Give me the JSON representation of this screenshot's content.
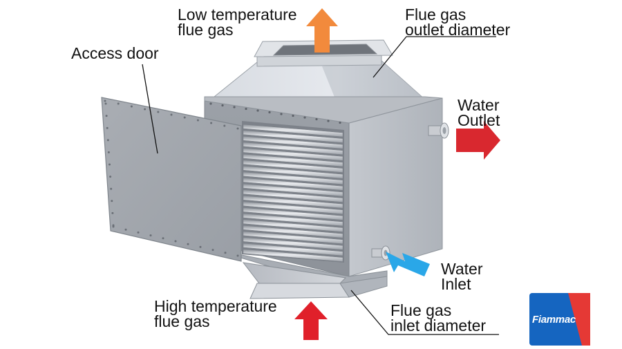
{
  "labels": {
    "low_temp": [
      "Low temperature",
      "flue gas"
    ],
    "outlet_diameter": [
      "Flue gas",
      "outlet diameter"
    ],
    "access_door": [
      "Access door"
    ],
    "water_outlet": [
      "Water",
      "Outlet"
    ],
    "water_inlet": [
      "Water",
      "Inlet"
    ],
    "high_temp": [
      "High temperature",
      "flue gas"
    ],
    "inlet_diameter": [
      "Flue gas",
      "inlet diameter"
    ]
  },
  "logo": {
    "text": "Fiammac"
  },
  "icons": {
    "low_temp_arrow": "orange-arrow-up-icon",
    "high_temp_arrow": "red-arrow-up-icon",
    "water_outlet_arrow": "red-arrow-right-icon",
    "water_inlet_arrow": "blue-arrow-left-icon"
  },
  "colors": {
    "low_temp_arrow": "#f28a3c",
    "high_temp_arrow": "#e0202a",
    "water_outlet_arrow": "#d9282f",
    "water_inlet_arrow": "#2aa7e8",
    "logo_blue": "#1565c0",
    "logo_red": "#e53935"
  }
}
